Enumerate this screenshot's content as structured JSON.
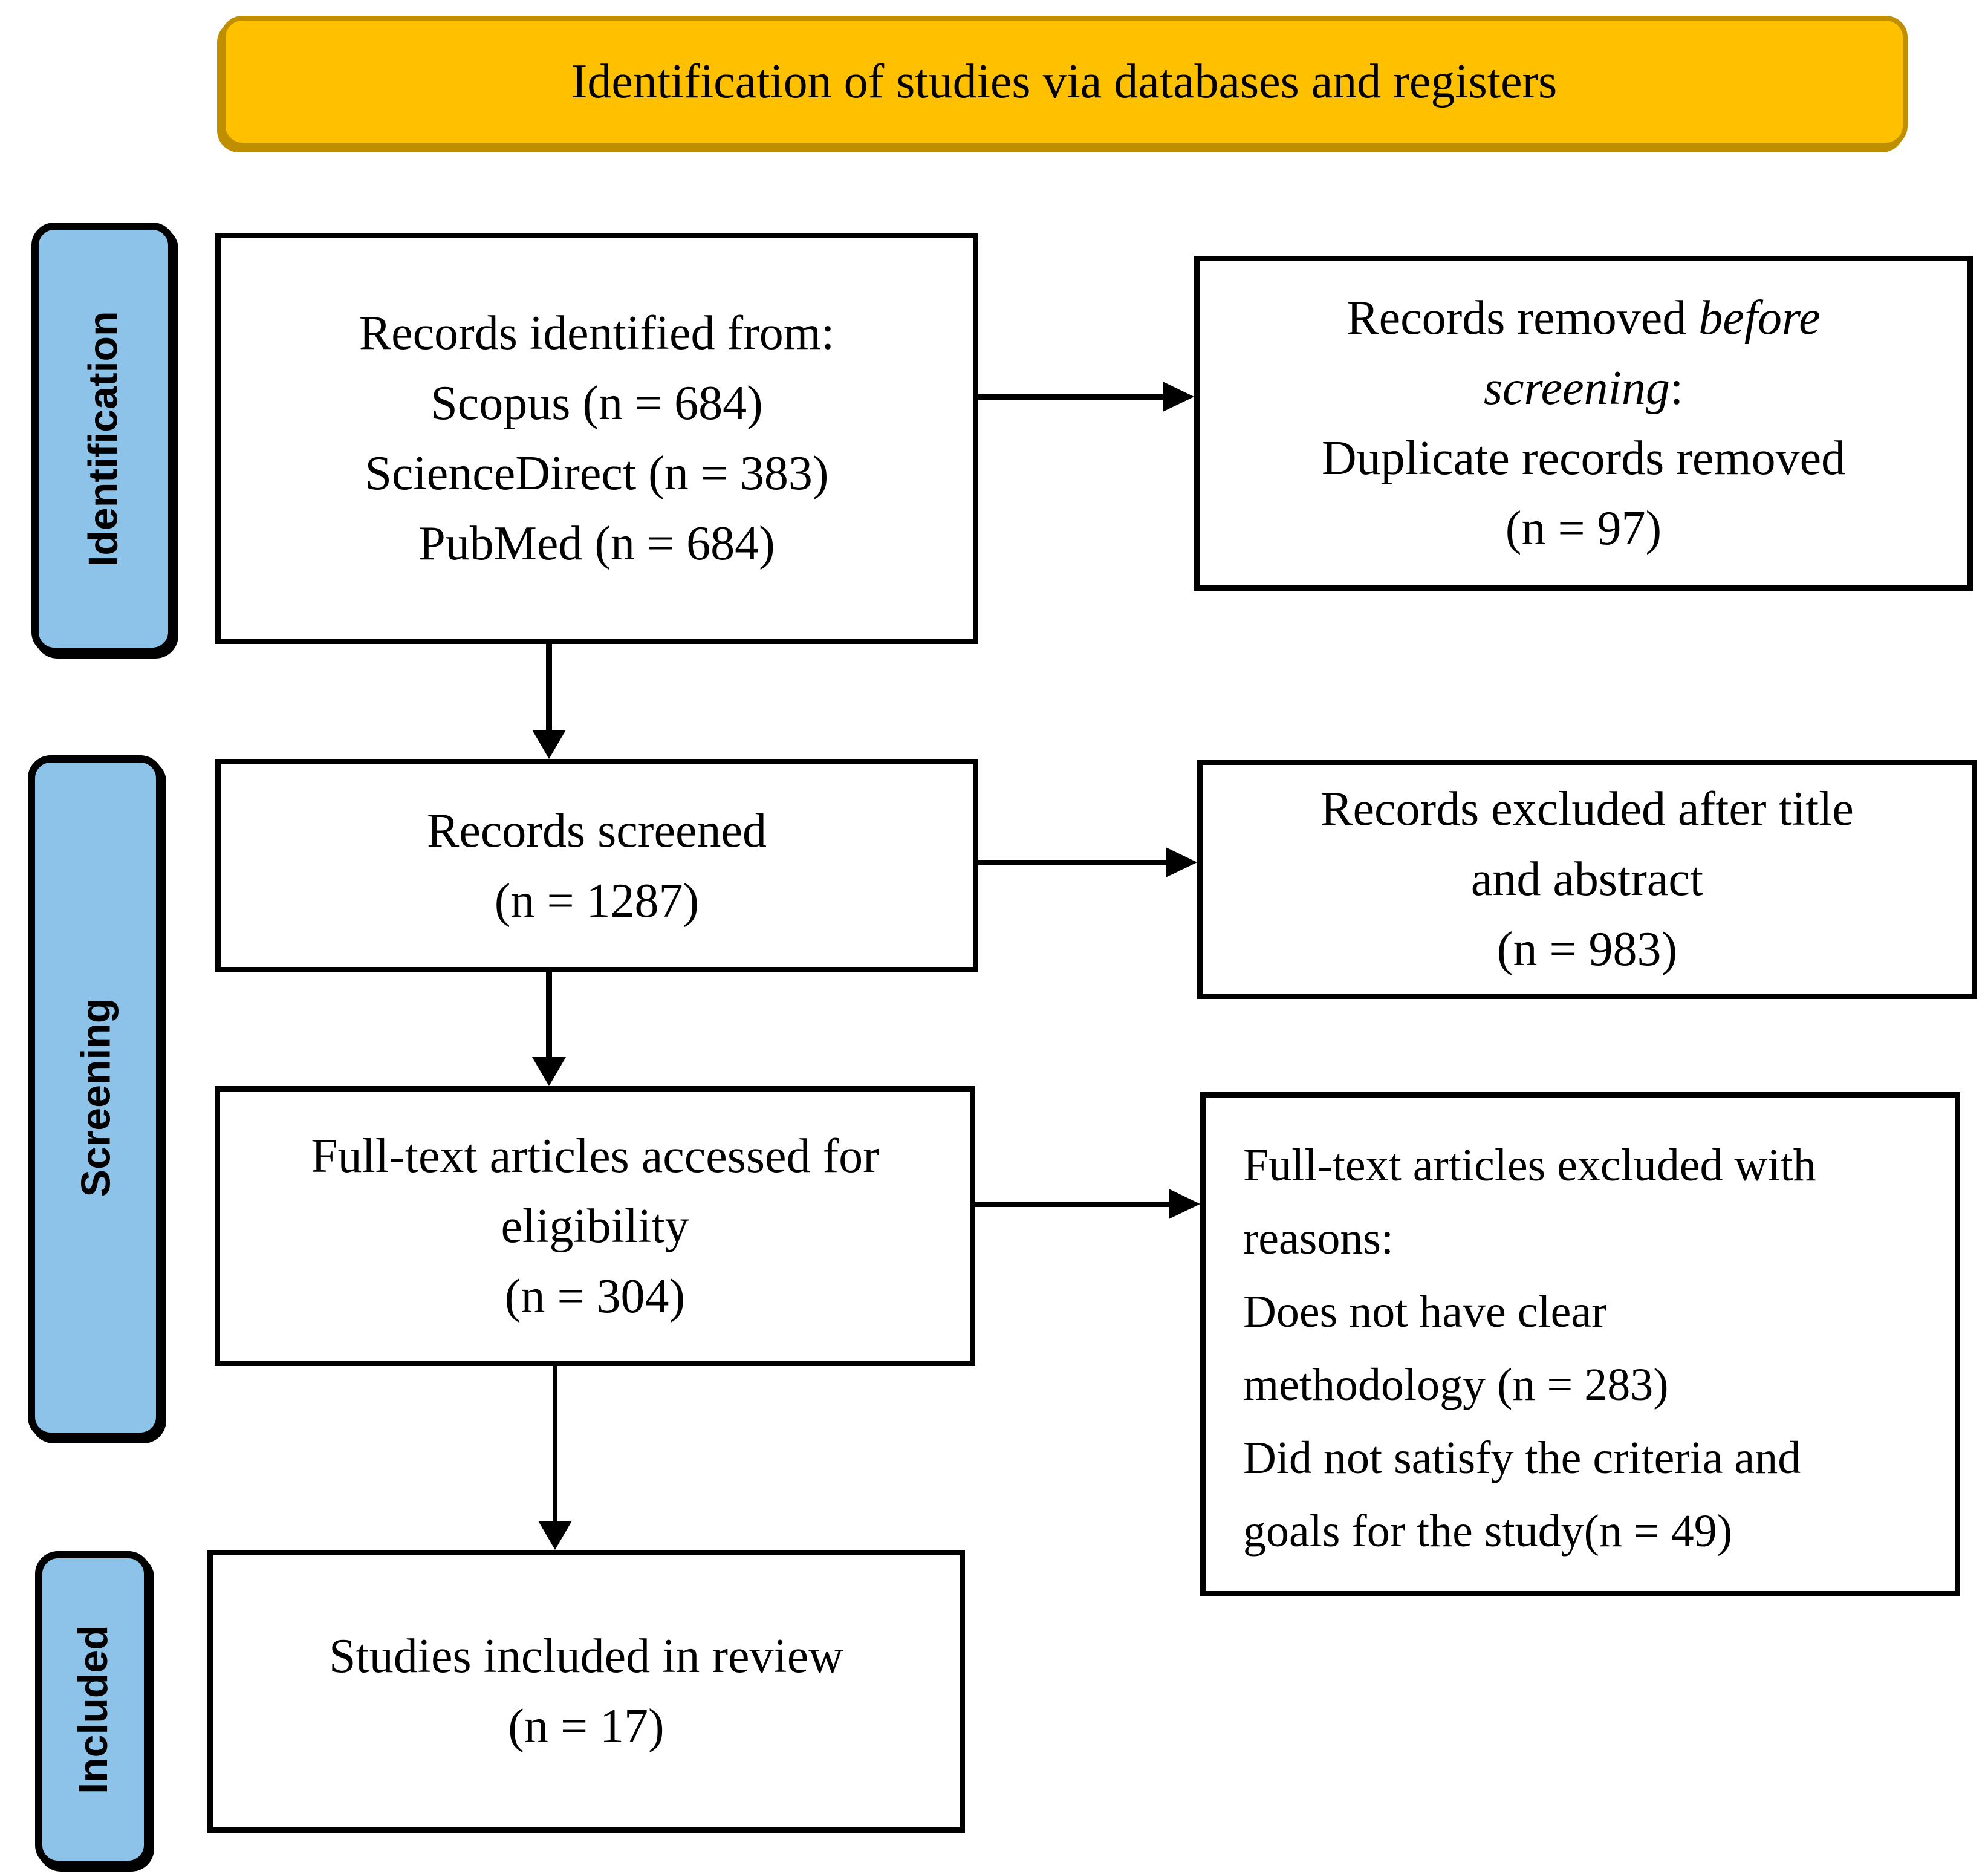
{
  "header": {
    "title": "Identification of studies via databases and registers"
  },
  "side_labels": {
    "identification": "Identification",
    "screening": "Screening",
    "included": "Included"
  },
  "boxes": {
    "identified": {
      "lines": [
        "Records identified from:",
        "Scopus (n = 684)",
        "ScienceDirect (n = 383)",
        "PubMed (n = 684)"
      ]
    },
    "removed": {
      "l1_normal": "Records removed ",
      "l1_italic": "before",
      "l2_italic": "screening",
      "l2_normal": ":",
      "l3": "Duplicate records removed",
      "l4": "(n = 97)"
    },
    "screened": {
      "lines": [
        "Records screened",
        "(n = 1287)"
      ]
    },
    "excluded_title_abstract": {
      "lines": [
        "Records excluded after title",
        "and abstract",
        "(n = 983)"
      ]
    },
    "fulltext_assessed": {
      "lines": [
        "Full-text articles accessed for",
        "eligibility",
        "(n = 304)"
      ]
    },
    "fulltext_excluded": {
      "lines": [
        "Full-text articles excluded with",
        "reasons:",
        "Does not have clear",
        "methodology (n = 283)",
        "Did not satisfy the criteria and",
        "goals for the study(n = 49)"
      ]
    },
    "included_review": {
      "lines": [
        "Studies included in review",
        "(n = 17)"
      ]
    }
  },
  "colors": {
    "accent_yellow": "#FFC000",
    "yellow_border": "#BF8F00",
    "accent_blue": "#8DC3E8",
    "box_border": "#000000"
  }
}
